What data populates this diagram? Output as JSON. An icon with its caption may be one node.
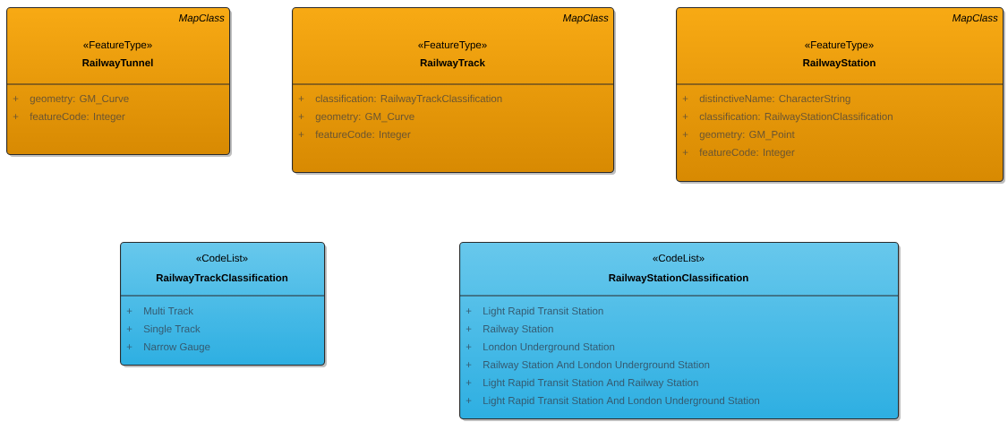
{
  "diagram": {
    "nodes": [
      {
        "text": [
          "MapClass",
          "«FeatureType»",
          "RailwayTunnel",
          "+",
          "geometry: GM_Curve",
          "+",
          "featureCode: Integer"
        ]
      },
      {
        "text": [
          "MapClass",
          "«FeatureType»",
          "RailwayTrack",
          "+",
          "classification: RailwayTrackClassification",
          "+",
          "geometry: GM_Curve",
          "+",
          "featureCode: Integer"
        ]
      },
      {
        "text": [
          "MapClass",
          "«FeatureType»",
          "RailwayStation",
          "+",
          "distinctiveName: CharacterString",
          "+",
          "classification: RailwayStationClassification",
          "+",
          "geometry: GM_Point",
          "+",
          "featureCode: Integer"
        ]
      },
      {
        "text": [
          "«CodeList»",
          "RailwayTrackClassification",
          "+",
          "Multi Track",
          "+",
          "Single Track",
          "+",
          "Narrow Gauge"
        ]
      },
      {
        "text": [
          "«CodeList»",
          "RailwayStationClassification",
          "+",
          "Light Rapid Transit Station",
          "+",
          "Railway Station",
          "+",
          "London Underground Station",
          "+",
          "Railway Station And London Underground Station",
          "+",
          "Light Rapid Transit Station And Railway Station",
          "+",
          "Light Rapid Transit Station And London Underground Station"
        ]
      }
    ]
  }
}
